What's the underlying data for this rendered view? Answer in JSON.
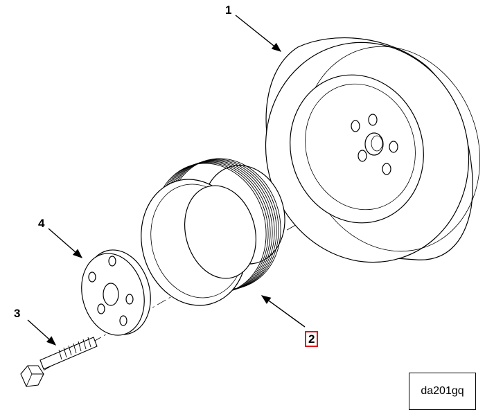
{
  "callouts": {
    "damper": "1",
    "pulley": "2",
    "bolt": "3",
    "washer": "4"
  },
  "highlight_color": "#e0131b",
  "reference_code": "da201gq"
}
